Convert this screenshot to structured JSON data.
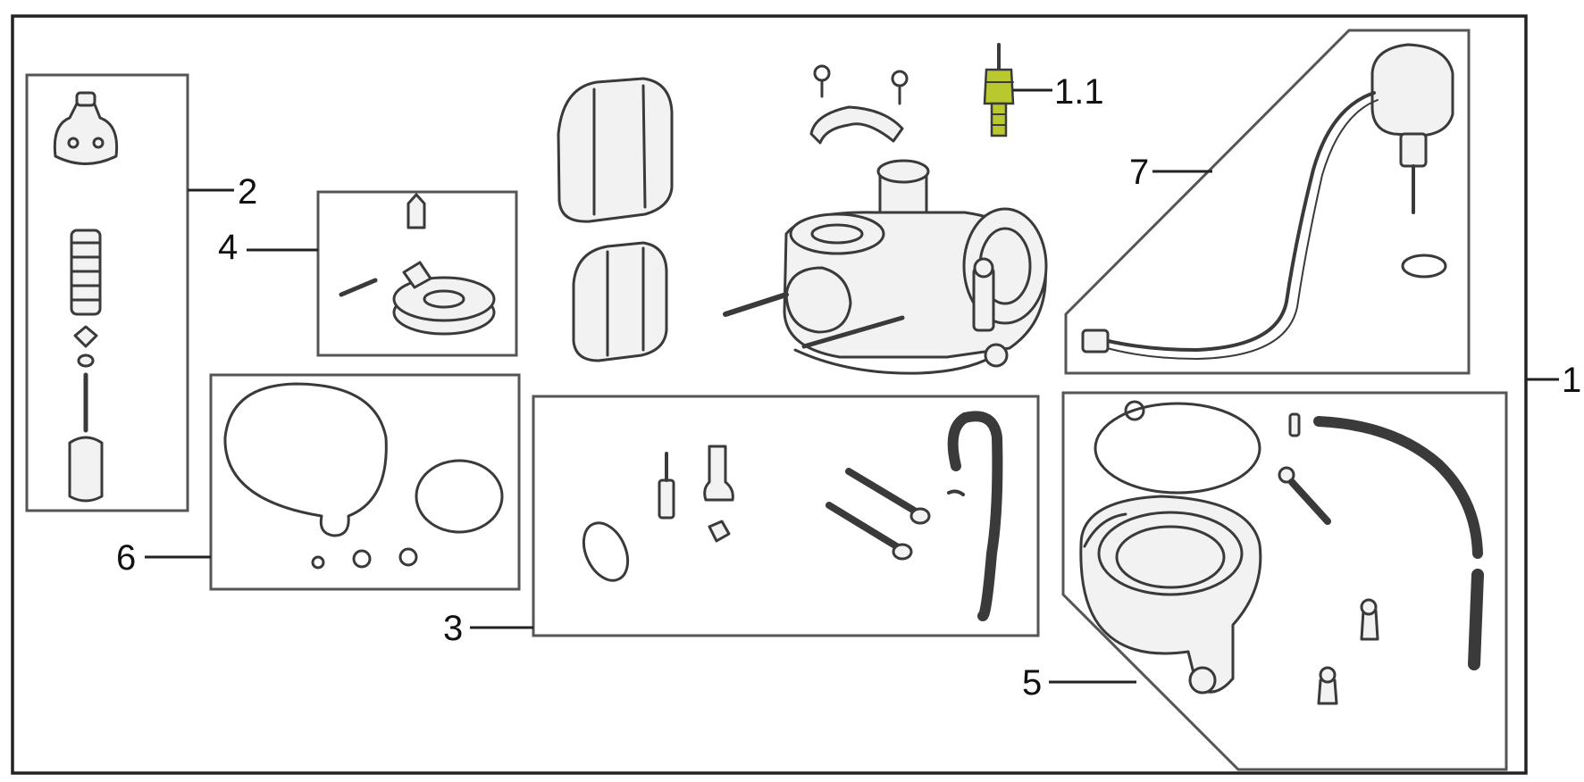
{
  "callouts": {
    "c1": "1",
    "c1_1": "1.1",
    "c2": "2",
    "c3": "3",
    "c4": "4",
    "c5": "5",
    "c6": "6",
    "c7": "7"
  },
  "colors": {
    "highlight_part": "#b9c82e",
    "line": "#3a3a3a",
    "background": "#ffffff"
  }
}
